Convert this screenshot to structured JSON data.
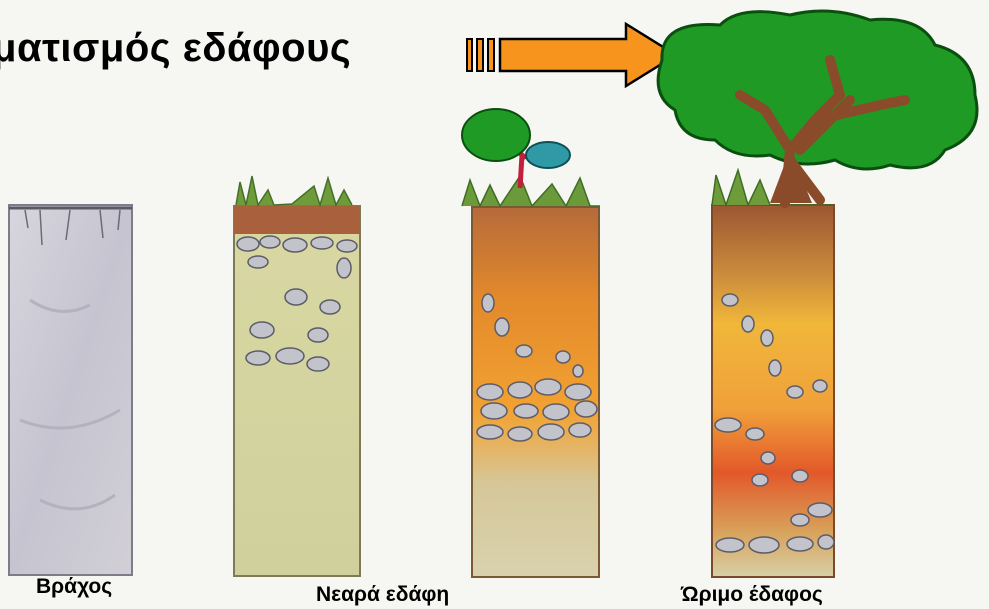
{
  "title": "ματισμός εδάφους",
  "labels": {
    "rock": "Βράχος",
    "young_soils": "Νεαρά εδάφη",
    "mature_soil": "Ώριμο έδαφος"
  },
  "colors": {
    "arrow_fill": "#f7941d",
    "arrow_stroke": "#000000",
    "foliage": "#1f9a24",
    "trunk": "#8a4b2a",
    "rock": "#c9c8d2",
    "pebbles": "#bcbcc6"
  }
}
